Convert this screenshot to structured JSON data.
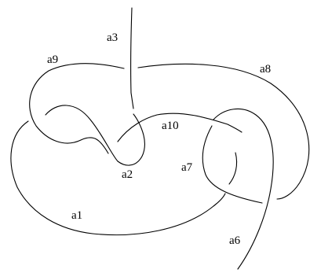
{
  "diagram": {
    "type": "knot-diagram",
    "line_color": "#000000",
    "background": "#ffffff",
    "arcs": [
      {
        "id": "a1",
        "label": "a1"
      },
      {
        "id": "a2",
        "label": "a2"
      },
      {
        "id": "a3",
        "label": "a3"
      },
      {
        "id": "a6",
        "label": "a6"
      },
      {
        "id": "a7",
        "label": "a7"
      },
      {
        "id": "a8",
        "label": "a8"
      },
      {
        "id": "a9",
        "label": "a9"
      },
      {
        "id": "a10",
        "label": "a10"
      }
    ]
  }
}
